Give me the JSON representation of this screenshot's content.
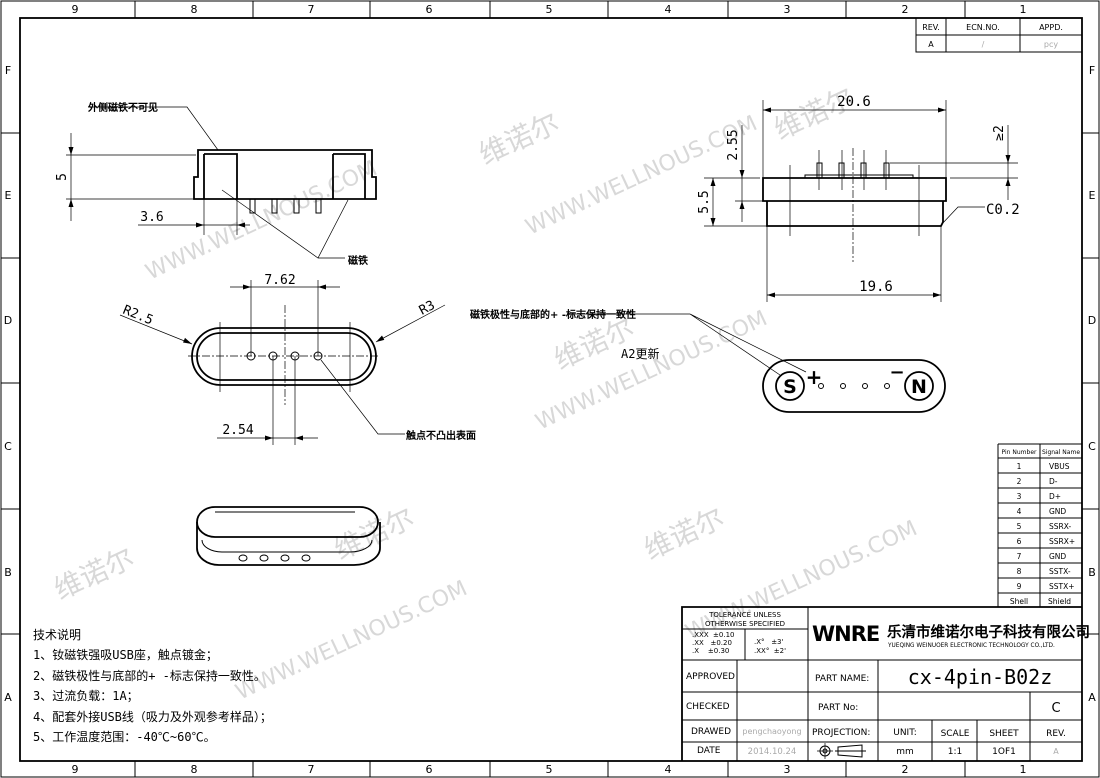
{
  "border": {
    "columns": [
      "9",
      "8",
      "7",
      "6",
      "5",
      "4",
      "3",
      "2",
      "1"
    ],
    "rows": [
      "F",
      "E",
      "D",
      "C",
      "B",
      "A"
    ]
  },
  "revision_block": {
    "headers": [
      "REV.",
      "ECN.NO.",
      "APPD."
    ],
    "row": [
      "A",
      "/",
      "pcy"
    ]
  },
  "annotations": {
    "outer_magnet_hidden": "外侧磁铁不可见",
    "magnet": "磁铁",
    "contacts_flush": "触点不凸出表面",
    "polarity_note": "磁铁极性与底部的+ -标志保持一致性",
    "a2_update": "A2更新"
  },
  "dimensions": {
    "height_5": "5",
    "width_3_6": "3.6",
    "pitch_7_62": "7.62",
    "radius_r2_5": "R2.5",
    "radius_r3": "R3",
    "pitch_2_54": "2.54",
    "width_20_6": "20.6",
    "width_19_6": "19.6",
    "height_2_55": "2.55",
    "height_5_5": "5.5",
    "pin_min_2": "≥2",
    "chamfer": "C0.2"
  },
  "polarity_marks": {
    "south": "S",
    "north": "N",
    "plus": "+",
    "minus": "−"
  },
  "pin_table": {
    "headers": [
      "Pin Number",
      "Signal Name"
    ],
    "rows": [
      [
        "1",
        "VBUS"
      ],
      [
        "2",
        "D-"
      ],
      [
        "3",
        "D+"
      ],
      [
        "4",
        "GND"
      ],
      [
        "5",
        "SSRX-"
      ],
      [
        "6",
        "SSRX+"
      ],
      [
        "7",
        "GND"
      ],
      [
        "8",
        "SSTX-"
      ],
      [
        "9",
        "SSTX+"
      ],
      [
        "Shell",
        "Shield"
      ]
    ]
  },
  "notes": {
    "title": "技术说明",
    "items": [
      "1、钕磁铁强吸USB座，触点镀金；",
      "2、磁铁极性与底部的+ -标志保持一致性。",
      "3、过流负载：1A；",
      "4、配套外接USB线（吸力及外观参考样品）；",
      "5、工作温度范围：-40℃~60℃。"
    ]
  },
  "title_block": {
    "tolerance_title_1": "TOLERANCE UNLESS",
    "tolerance_title_2": "OTHERWISE SPECIFIED",
    "tol_xxx": ".XXX  ±0.10",
    "tol_xx": ".XX   ±0.20",
    "tol_x": ".X    ±0.30",
    "tol_ang_x": ".X°   ±3'",
    "tol_ang_xx": ".XX°  ±2'",
    "logo": "WNRE",
    "company_cn": "乐清市维诺尔电子科技有限公司",
    "company_en": "YUEQING WEINUOER ELECTRONIC TECHNOLOGY CO.,LTD.",
    "approved_label": "APPROVED",
    "checked_label": "CHECKED",
    "drawed_label": "DRAWED",
    "drawed_value": "pengchaoyong",
    "date_label": "DATE",
    "date_value": "2014.10.24",
    "part_name_label": "PART NAME:",
    "part_name_value": "cx-4pin-B02z",
    "part_no_label": "PART No:",
    "part_no_rev": "C",
    "projection_label": "PROJECTION:",
    "unit_label": "UNIT:",
    "unit_value": "mm",
    "scale_label": "SCALE",
    "scale_value": "1:1",
    "sheet_label": "SHEET",
    "sheet_value": "1OF1",
    "rev_label": "REV.",
    "rev_value": "A"
  },
  "watermark": {
    "cn": "维诺尔",
    "en": "WWW.WELLNOUS.COM"
  }
}
